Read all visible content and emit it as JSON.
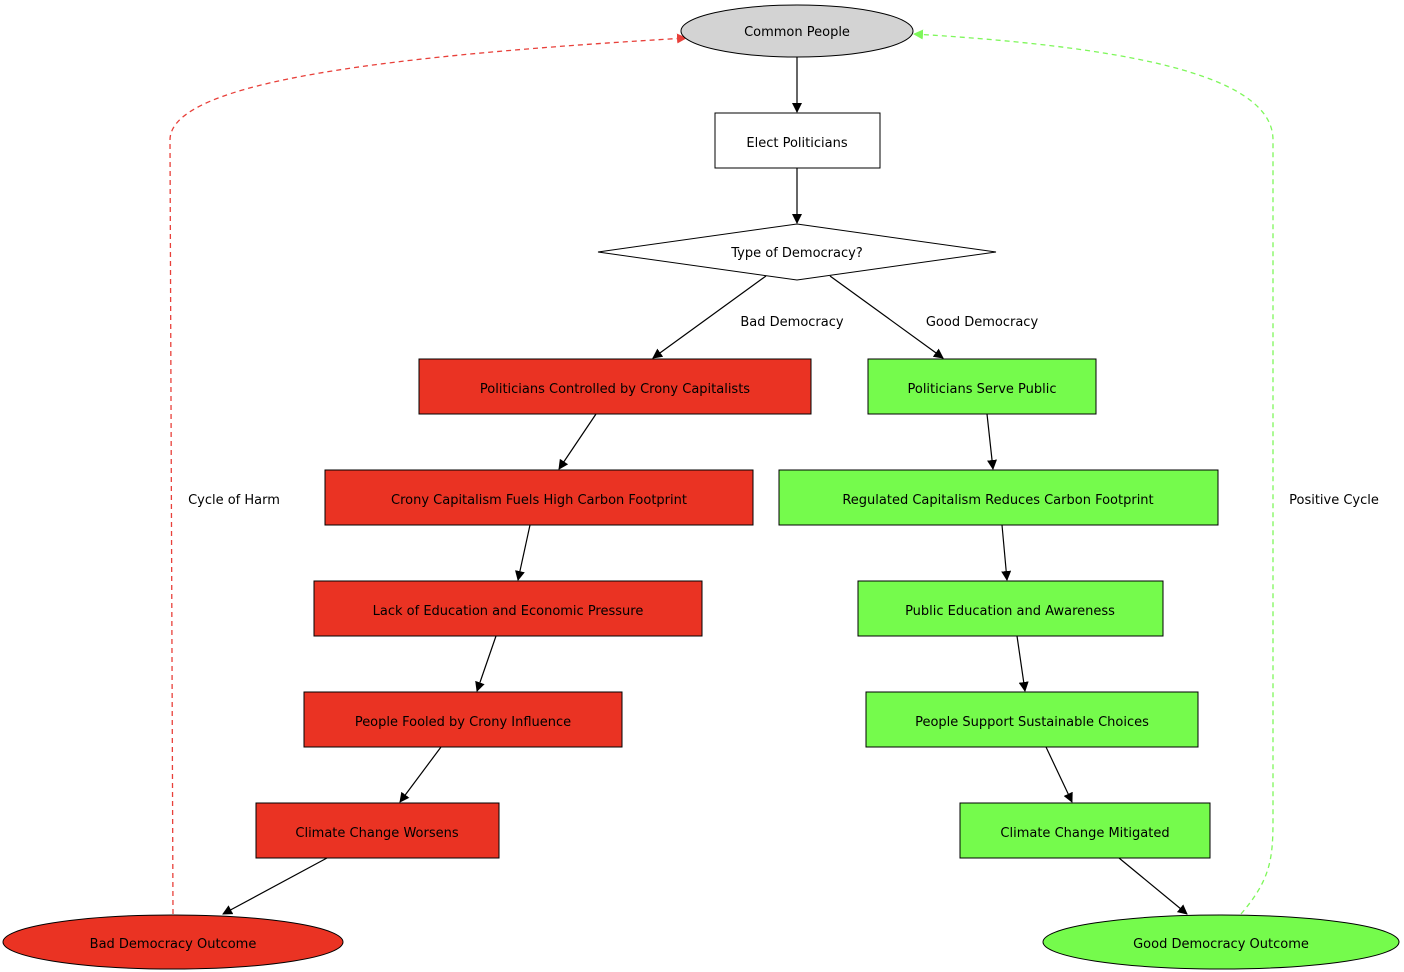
{
  "colors": {
    "bad_fill": "#ea3323",
    "good_fill": "#75fb4c",
    "neutral_fill": "#d3d3d3",
    "bad_edge": "#e8403a",
    "good_edge": "#7ef75a",
    "stroke": "#000000"
  },
  "nodes": {
    "common_people": "Common People",
    "elect_politicians": "Elect Politicians",
    "type_of_democracy": "Type of Democracy?",
    "bad_1": "Politicians Controlled by Crony Capitalists",
    "bad_2": "Crony Capitalism Fuels High Carbon Footprint",
    "bad_3": "Lack of Education and Economic Pressure",
    "bad_4": "People Fooled by Crony Influence",
    "bad_5": "Climate Change Worsens",
    "bad_outcome": "Bad Democracy Outcome",
    "good_1": "Politicians Serve Public",
    "good_2": "Regulated Capitalism Reduces Carbon Footprint",
    "good_3": "Public Education and Awareness",
    "good_4": "People Support Sustainable Choices",
    "good_5": "Climate Change Mitigated",
    "good_outcome": "Good Democracy Outcome"
  },
  "edges": {
    "bad_branch": "Bad Democracy",
    "good_branch": "Good Democracy",
    "bad_cycle": "Cycle of Harm",
    "good_cycle": "Positive Cycle"
  }
}
